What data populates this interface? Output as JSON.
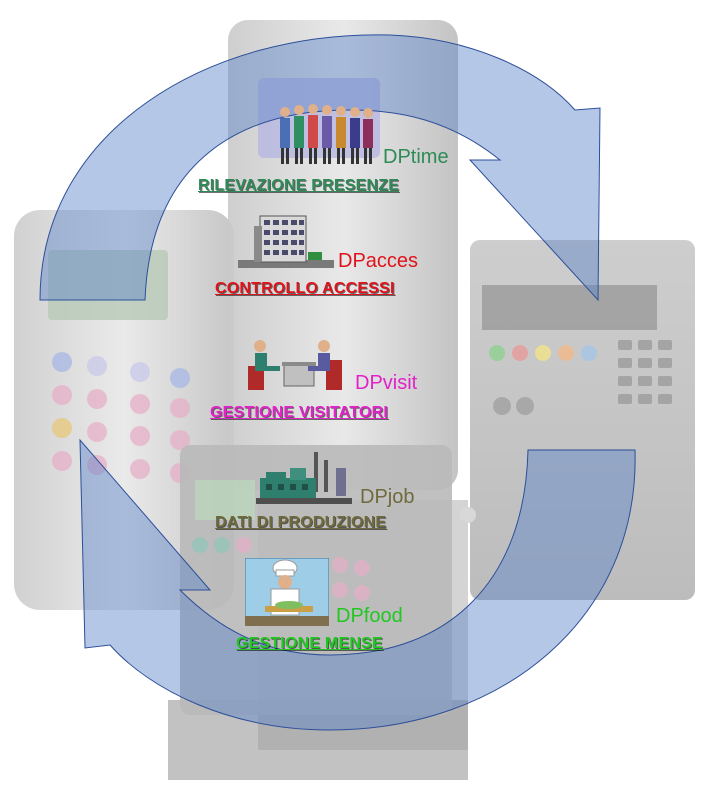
{
  "modules": [
    {
      "id": "dptime",
      "product": "DPtime",
      "label": "RILEVAZIONE PRESENZE",
      "product_color": "#2e8b57",
      "label_color": "#2e8b57",
      "icon": "people-icon"
    },
    {
      "id": "dpacces",
      "product": "DPacces",
      "label": "CONTROLLO ACCESSI",
      "product_color": "#e0131b",
      "label_color": "#e0131b",
      "icon": "building-icon"
    },
    {
      "id": "dpvisit",
      "product": "DPvisit",
      "label": "GESTIONE VISITATORI",
      "product_color": "#e222c8",
      "label_color": "#e222c8",
      "icon": "meeting-icon"
    },
    {
      "id": "dpjob",
      "product": "DPjob",
      "label": "DATI DI PRODUZIONE",
      "product_color": "#6f6a3c",
      "label_color": "#6f6a3c",
      "icon": "factory-icon"
    },
    {
      "id": "dpfood",
      "product": "DPfood",
      "label": "GESTIONE MENSE",
      "product_color": "#22c722",
      "label_color": "#22c722",
      "icon": "chef-icon"
    }
  ],
  "colors": {
    "arrow": "#5b83c8",
    "arrow_outline": "#2c4f99"
  }
}
